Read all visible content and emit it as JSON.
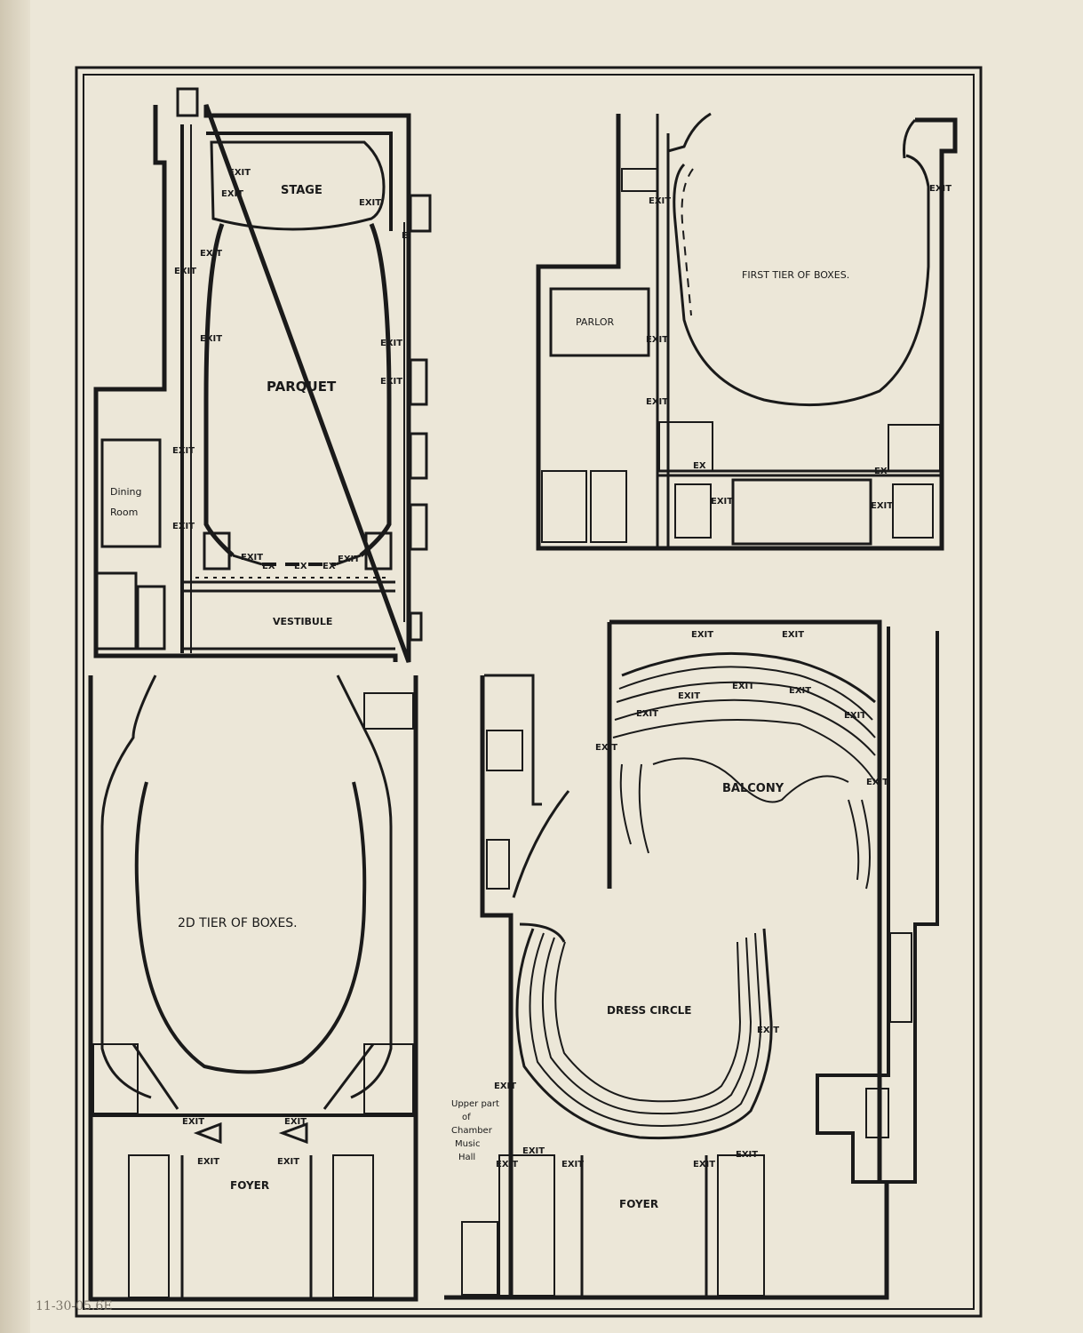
{
  "plans": {
    "parquet": {
      "stage": "STAGE",
      "parquet": "PARQUET",
      "dining": "Dining",
      "room": "Room",
      "vestibule": "VESTIBULE",
      "exit": "EXIT",
      "ex": "EX",
      "e": "E"
    },
    "first_tier": {
      "title": "FIRST TIER OF BOXES.",
      "parlor": "PARLOR",
      "exit": "EXIT",
      "ex": "EX"
    },
    "second_tier": {
      "title": "2D TIER OF BOXES.",
      "foyer": "FOYER",
      "exit": "EXIT"
    },
    "balcony": {
      "balcony": "BALCONY",
      "dress_circle": "DRESS CIRCLE",
      "chamber_1": "Upper part",
      "chamber_2": "of",
      "chamber_3": "Chamber",
      "chamber_4": "Music",
      "chamber_5": "Hall",
      "foyer": "FOYER",
      "exit": "EXIT"
    }
  },
  "pencil_note": "11-30-05.6E",
  "colors": {
    "ink": "#1a1a1a",
    "paper": "#ece7d8"
  }
}
